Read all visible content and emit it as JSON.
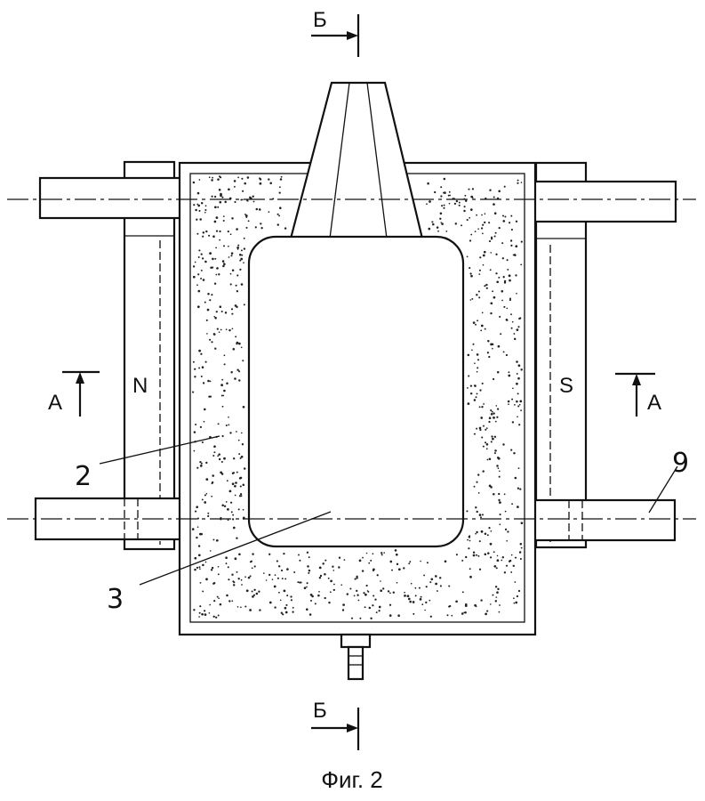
{
  "figure": {
    "caption": "Фиг. 2",
    "section_marks": {
      "top": "Б",
      "bottom": "Б",
      "left": "А",
      "right": "А"
    },
    "pole_labels": {
      "north": "N",
      "south": "S"
    },
    "callouts": {
      "filler": "2",
      "cavity": "3",
      "rod": "9"
    }
  }
}
